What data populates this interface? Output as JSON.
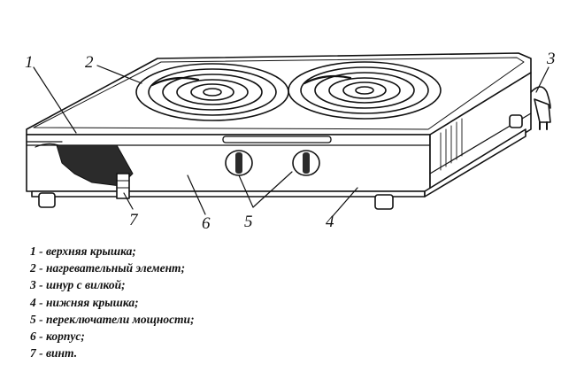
{
  "diagram": {
    "callouts": {
      "top_cover": "1",
      "heating_element": "2",
      "cord_with_plug": "3",
      "bottom_cover": "4",
      "power_switches": "5",
      "housing": "6",
      "screw": "7"
    }
  },
  "legend": [
    "1 - верхняя крышка;",
    "2 - нагревательный элемент;",
    "3 - шнур с вилкой;",
    "4 - нижняя крышка;",
    "5 - переключатели мощности;",
    "6 - корпус;",
    "7 - винт."
  ]
}
